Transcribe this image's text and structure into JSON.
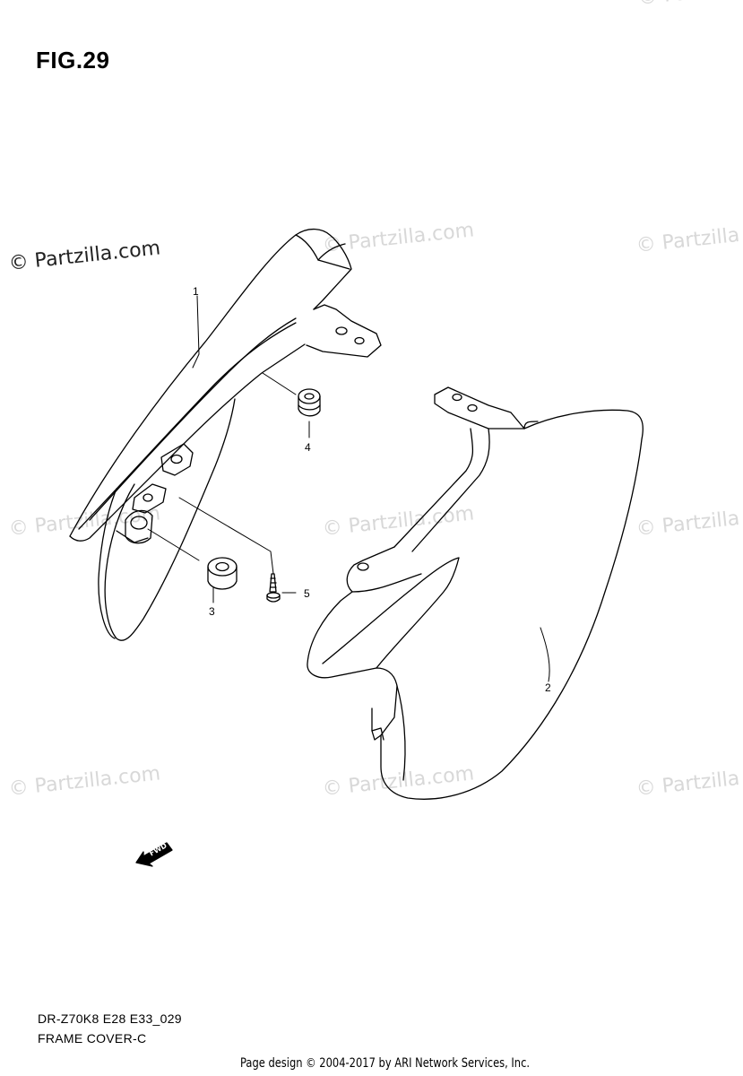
{
  "figure": {
    "title": "FIG.29"
  },
  "watermarks": {
    "dark": "© Partzilla.com",
    "light_left": "© Partzilla.com",
    "light_center": "© Partzilla.com",
    "light_right": "© Partzilla"
  },
  "callouts": [
    "1",
    "2",
    "3",
    "4",
    "5"
  ],
  "fwd_label": "FWD",
  "footer": {
    "model_code": "DR-Z70K8 E28 E33_029",
    "part_name": "FRAME COVER-C",
    "credit": "Page design © 2004-2017 by ARI Network Services, Inc."
  }
}
